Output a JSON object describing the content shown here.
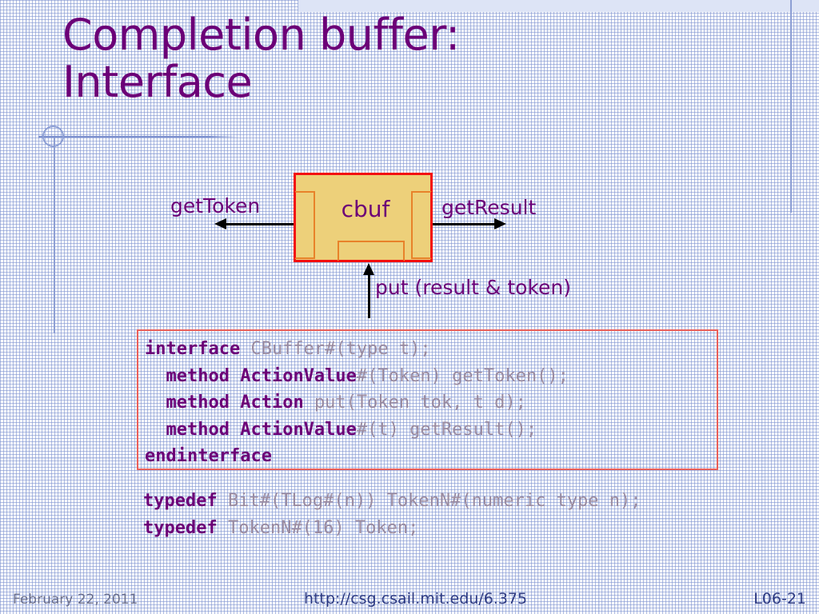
{
  "slide": {
    "title_line1": "Completion buffer:",
    "title_line2": "Interface",
    "background_color": "#ffffff",
    "grid_color": "#8c9ed4",
    "accent_purple": "#6c0077",
    "accent_red": "#f30e0e",
    "accent_orange": "#e8822a",
    "box_fill": "#edd07a",
    "code_border": "#ea5f59",
    "code_plain_color": "#9a8ba0"
  },
  "diagram": {
    "module_label": "cbuf",
    "ports": [
      {
        "name": "left-port",
        "label": "getToken",
        "direction": "out-left"
      },
      {
        "name": "right-port",
        "label": "getResult",
        "direction": "out-right"
      },
      {
        "name": "bottom-port",
        "label": "put (result & token)",
        "direction": "in-up"
      }
    ],
    "label_gettoken": "getToken",
    "label_getresult": "getResult",
    "label_put": "put (result & token)"
  },
  "code_block": {
    "lines": [
      [
        {
          "t": "interface ",
          "s": "kw"
        },
        {
          "t": "CBuffer#(type t);",
          "s": "pl"
        }
      ],
      [
        {
          "t": "  ",
          "s": "pl"
        },
        {
          "t": "method ActionValue",
          "s": "kw"
        },
        {
          "t": "#(Token) getToken();",
          "s": "pl"
        }
      ],
      [
        {
          "t": "  ",
          "s": "pl"
        },
        {
          "t": "method Action ",
          "s": "kw"
        },
        {
          "t": "put(Token tok, t d);",
          "s": "pl"
        }
      ],
      [
        {
          "t": "  ",
          "s": "pl"
        },
        {
          "t": "method ActionValue",
          "s": "kw"
        },
        {
          "t": "#(t) getResult();",
          "s": "pl"
        }
      ],
      [
        {
          "t": "endinterface",
          "s": "kw"
        }
      ]
    ]
  },
  "typedef_block": {
    "lines": [
      [
        {
          "t": "typedef ",
          "s": "kw"
        },
        {
          "t": "Bit#(TLog#(n)) TokenN#(numeric type n);",
          "s": "pl"
        }
      ],
      [
        {
          "t": "typedef ",
          "s": "kw"
        },
        {
          "t": "TokenN#(16) Token;",
          "s": "pl"
        }
      ]
    ]
  },
  "footer": {
    "date": "February 22, 2011",
    "url": "http://csg.csail.mit.edu/6.375",
    "page": "L06-21"
  }
}
